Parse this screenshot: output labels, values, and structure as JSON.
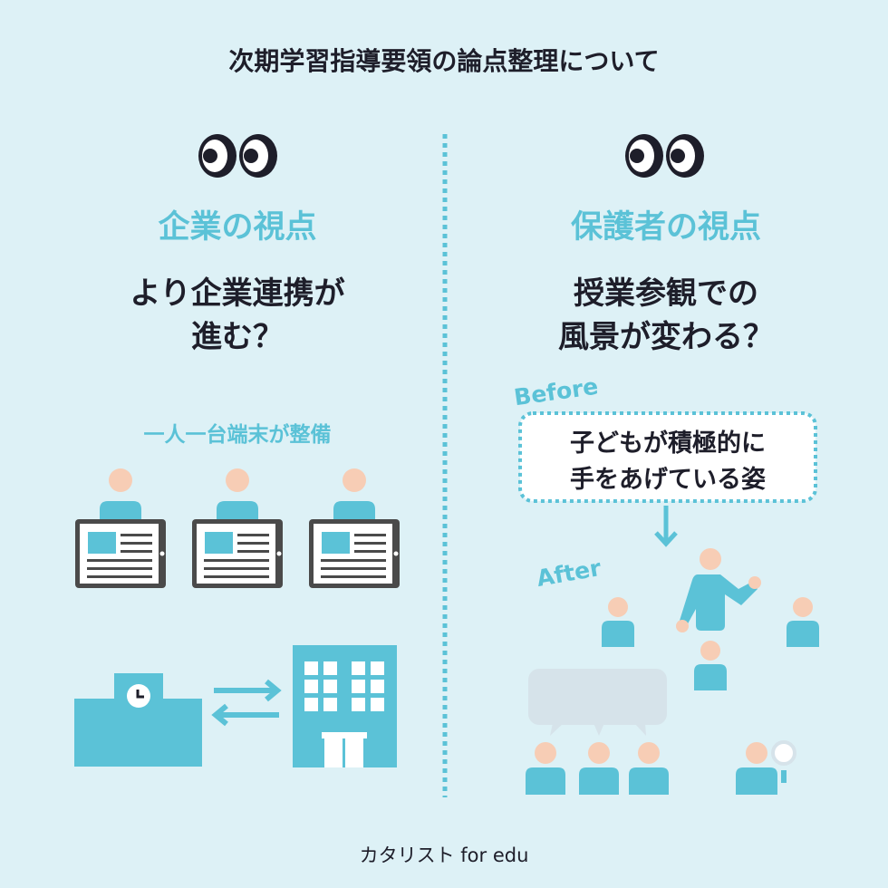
{
  "title": "次期学習指導要領の論点整理について",
  "left": {
    "heading": "企業の視点",
    "question_line1": "より企業連携が",
    "question_line2": "進む？",
    "subheading": "一人一台端末が整備"
  },
  "right": {
    "heading": "保護者の視点",
    "question_line1": "授業参観での",
    "question_line2": "風景が変わる？",
    "before_label": "Before",
    "bubble_line1": "子どもが積極的に",
    "bubble_line2": "手をあげている姿",
    "after_label": "After"
  },
  "footer": "カタリスト for edu",
  "colors": {
    "background": "#ddf1f6",
    "accent": "#5bc2d7",
    "skin": "#f7cdb5",
    "text": "#1e1e2a"
  }
}
